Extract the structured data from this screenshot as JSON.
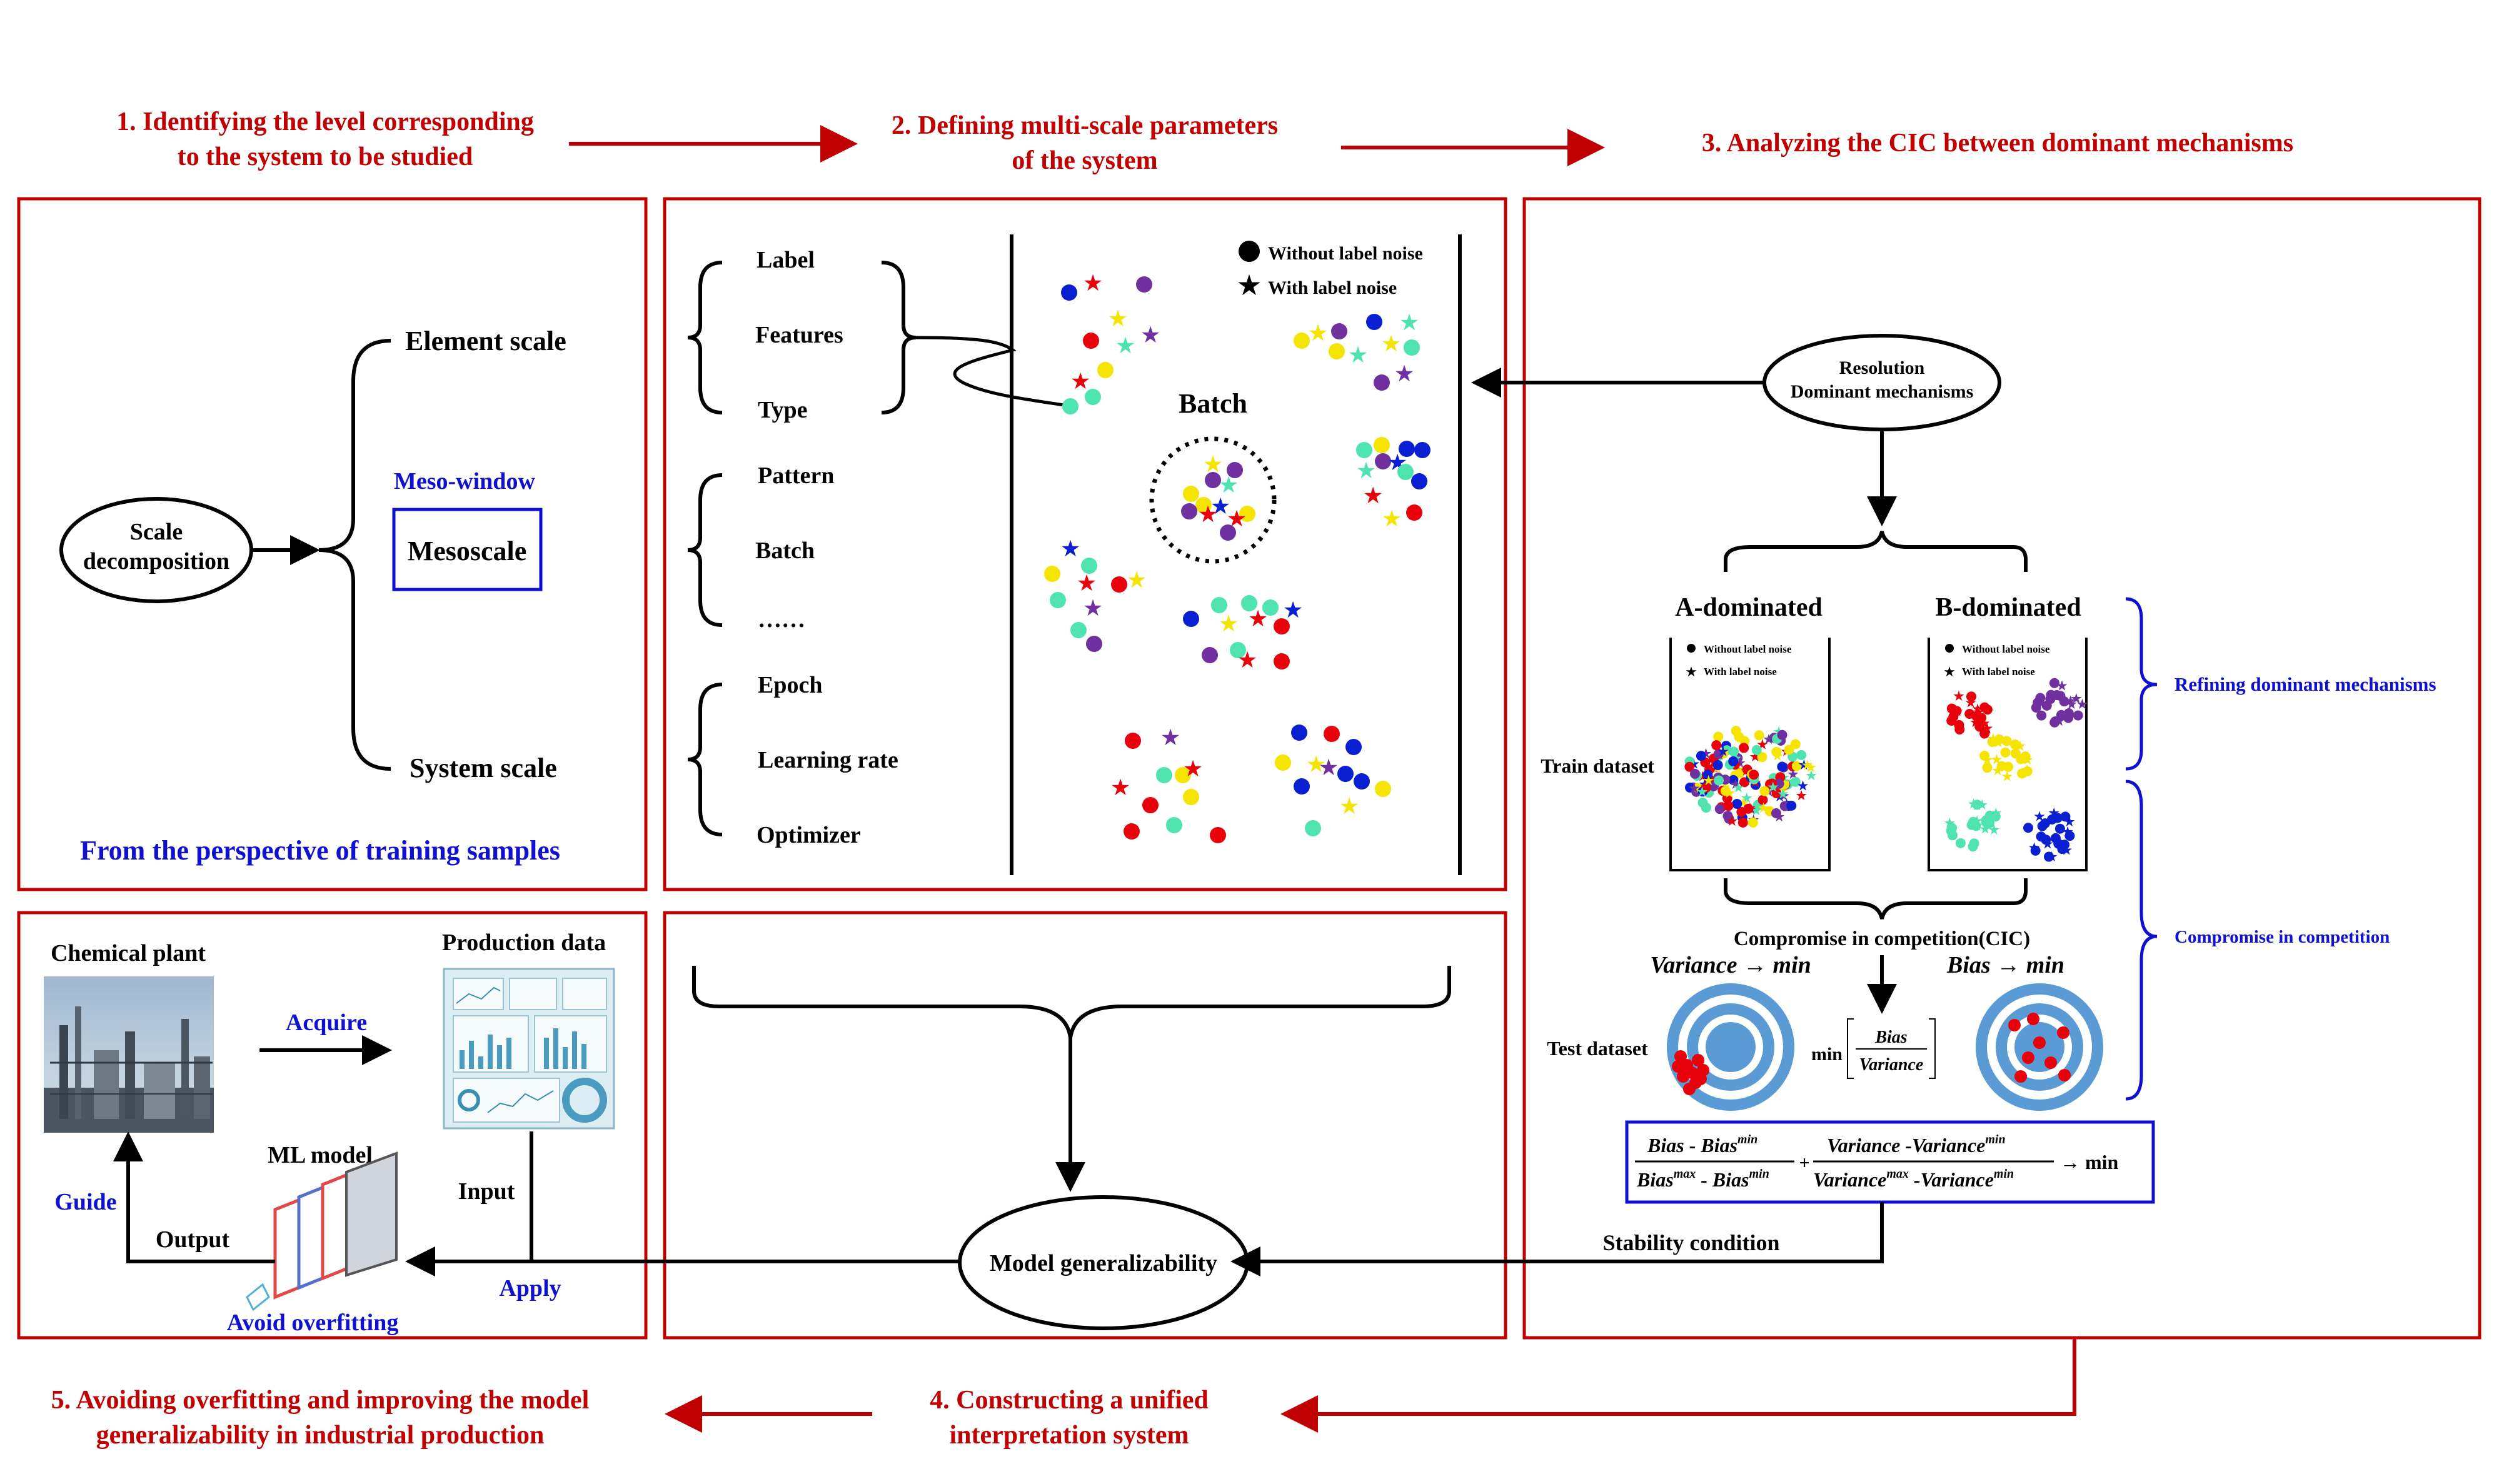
{
  "steps": {
    "step1_line1": "1. Identifying the level corresponding",
    "step1_line2": "to the system to be studied",
    "step2_line1": "2. Defining multi-scale parameters",
    "step2_line2": "of the system",
    "step3": "3. Analyzing the CIC between dominant mechanisms",
    "step4_line1": "4. Constructing a unified",
    "step4_line2": "interpretation system",
    "step5_line1": "5. Avoiding overfitting and improving the model",
    "step5_line2": "generalizability in industrial production"
  },
  "panel1": {
    "scale_decomp_line1": "Scale",
    "scale_decomp_line2": "decomposition",
    "element_scale": "Element scale",
    "meso_window": "Meso-window",
    "mesoscale": "Mesoscale",
    "system_scale": "System scale",
    "perspective": "From the perspective of training samples"
  },
  "panel2": {
    "params_group1": [
      "Label",
      "Features",
      "Type"
    ],
    "params_group2": [
      "Pattern",
      "Batch",
      "……"
    ],
    "params_group3": [
      "Epoch",
      "Learning rate",
      "Optimizer"
    ],
    "batch_label": "Batch",
    "legend_without": "Without label noise",
    "legend_with": "With label noise"
  },
  "panel3": {
    "resolution_line1": "Resolution",
    "resolution_line2": "Dominant mechanisms",
    "a_dominated": "A-dominated",
    "b_dominated": "B-dominated",
    "small_legend_without": "Without label noise",
    "small_legend_with": "With label noise",
    "train_dataset": "Train dataset",
    "test_dataset": "Test dataset",
    "refining": "Refining dominant mechanisms",
    "compromise_side": "Compromise in competition",
    "cic": "Compromise in competition(CIC)",
    "variance_min": "Variance → min",
    "bias_min": "Bias → min",
    "min_label": "min",
    "frac_bias": "Bias",
    "frac_variance": "Variance",
    "formula_bias_num": "Bias - Bias",
    "formula_bias_den": "Bias",
    "formula_bias_den2": " - Bias",
    "formula_var_num": "Variance -Variance",
    "formula_var_den": "Variance",
    "formula_var_den2": " -Variance",
    "sup_min": "min",
    "sup_max": "max",
    "formula_tail": "→ min",
    "stability": "Stability condition"
  },
  "panel4": {
    "model_generalizability": "Model generalizability"
  },
  "panel5": {
    "chemical_plant": "Chemical plant",
    "production_data": "Production data",
    "acquire": "Acquire",
    "ml_model": "ML model",
    "input": "Input",
    "guide": "Guide",
    "output": "Output",
    "apply": "Apply",
    "avoid_overfitting": "Avoid overfitting"
  },
  "colors": {
    "frame_red": "#c00000",
    "accent_blue": "#1010d0",
    "target_blue": "#5b9bd5",
    "dot_red": "#e8000b",
    "dot_yellow": "#f5e400",
    "dot_purple": "#7030a0",
    "dot_teal": "#4fe3b0",
    "dot_blue": "#0a1fd1"
  }
}
